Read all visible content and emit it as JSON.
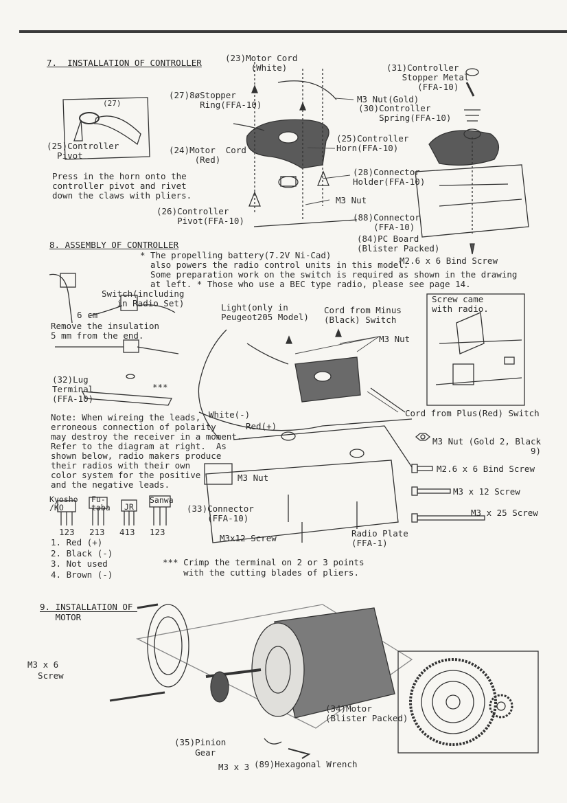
{
  "s7": {
    "heading": "7.  INSTALLATION OF CONTROLLER",
    "motor_cord_white": "(23)Motor Cord\n     (White)",
    "stopper_ring": "(27)8øStopper\n      Ring(FFA-10)",
    "small_27": "(27)",
    "ctrl_pivot_25": "(25)Controller\n  Pivot",
    "motor_cord_red": "(24)Motor  Cord\n     (Red)",
    "m3_nut_gold": "M3 Nut(Gold)",
    "ctrl_spring": "(30)Controller\n    Spring(FFA-10)",
    "ctrl_stopper": "(31)Controller\n   Stopper Metal\n      (FFA-10)",
    "ctrl_horn": "(25)Controller\nHorn(FFA-10)",
    "press_note": "Press in the horn onto the\ncontroller pivot and rivet\ndown the claws with pliers.",
    "connector_holder": "(28)Connector\nHolder(FFA-10)",
    "m3_nut": "M3 Nut",
    "ctrl_pivot_26": "(26)Controller\n    Pivot(FFA-10)",
    "connector_88": "(88)Connector\n    (FFA-10)",
    "pc_board": "(84)PC Board\n(Blister Packed)",
    "bind_screw": "M2.6 x 6 Bind Screw"
  },
  "s8": {
    "heading": "8. ASSEMBLY OF CONTROLLER",
    "intro": "* The propelling battery(7.2V Ni-Cad)\n  also powers the radio control units in this model.\n  Some preparation work on the switch is required as shown in the drawing\n  at left. * Those who use a BEC type radio, please see page 14.",
    "switch_label": "Switch(including\n   in Radio Set)",
    "six_cm": "6 cm",
    "remove_note": "Remove the insulation\n5 mm from the end.",
    "lug_terminal": "(32)Lug\nTerminal\n(FFA-10)",
    "stars": "***",
    "light_label": "Light(only in\nPeugeot205 Model)",
    "cord_minus": "Cord from Minus\n(Black) Switch",
    "m3_nut": "M3 Nut",
    "screw_came": "Screw came\nwith radio.",
    "note": "Note: When wireing the leads,\nerroneous connection of polarity\nmay destroy the receiver in a moment.\nRefer to the diagram at right.  As\nshown below, radio makers produce\ntheir radios with their own\ncolor system for the positive\nand the negative leads.",
    "white_minus": "White(-)",
    "red_plus": "Red(+)",
    "cord_plus": "Cord from Plus(Red) Switch",
    "m3_nut_center": "M3 Nut",
    "connector_33": "(33)Connector\n    (FFA-10)",
    "m3x12_screw": "M3x12 Screw",
    "radio_plate": "Radio Plate\n(FFA-1)",
    "makers": [
      {
        "name": "Kyosho\n/KO",
        "code": "123"
      },
      {
        "name": "Fu-\ntaba",
        "code": "213"
      },
      {
        "name": "JR",
        "code": "413"
      },
      {
        "name": "Sanwa",
        "code": "123"
      }
    ],
    "legend": "1. Red (+)\n2. Black (-)\n3. Not used\n4. Brown (-)",
    "crimp_note": "*** Crimp the terminal on 2 or 3 points\n    with the cutting blades of pliers.",
    "hw_nut": "M3 Nut (Gold 2, Black\n                   9)",
    "hw_bind": "M2.6 x 6 Bind Screw",
    "hw_m3x12": "M3 x 12 Screw",
    "hw_m3x25": "M3 x 25 Screw"
  },
  "s9": {
    "heading": "9. INSTALLATION OF\n   MOTOR",
    "m3x6": "M3 x 6\n  Screw",
    "motor": "(34)Motor\n(Blister Packed)",
    "pinion": "(35)Pinion\n    Gear",
    "m3x3": "M3 x 3",
    "wrench": "(89)Hexagonal Wrench"
  }
}
